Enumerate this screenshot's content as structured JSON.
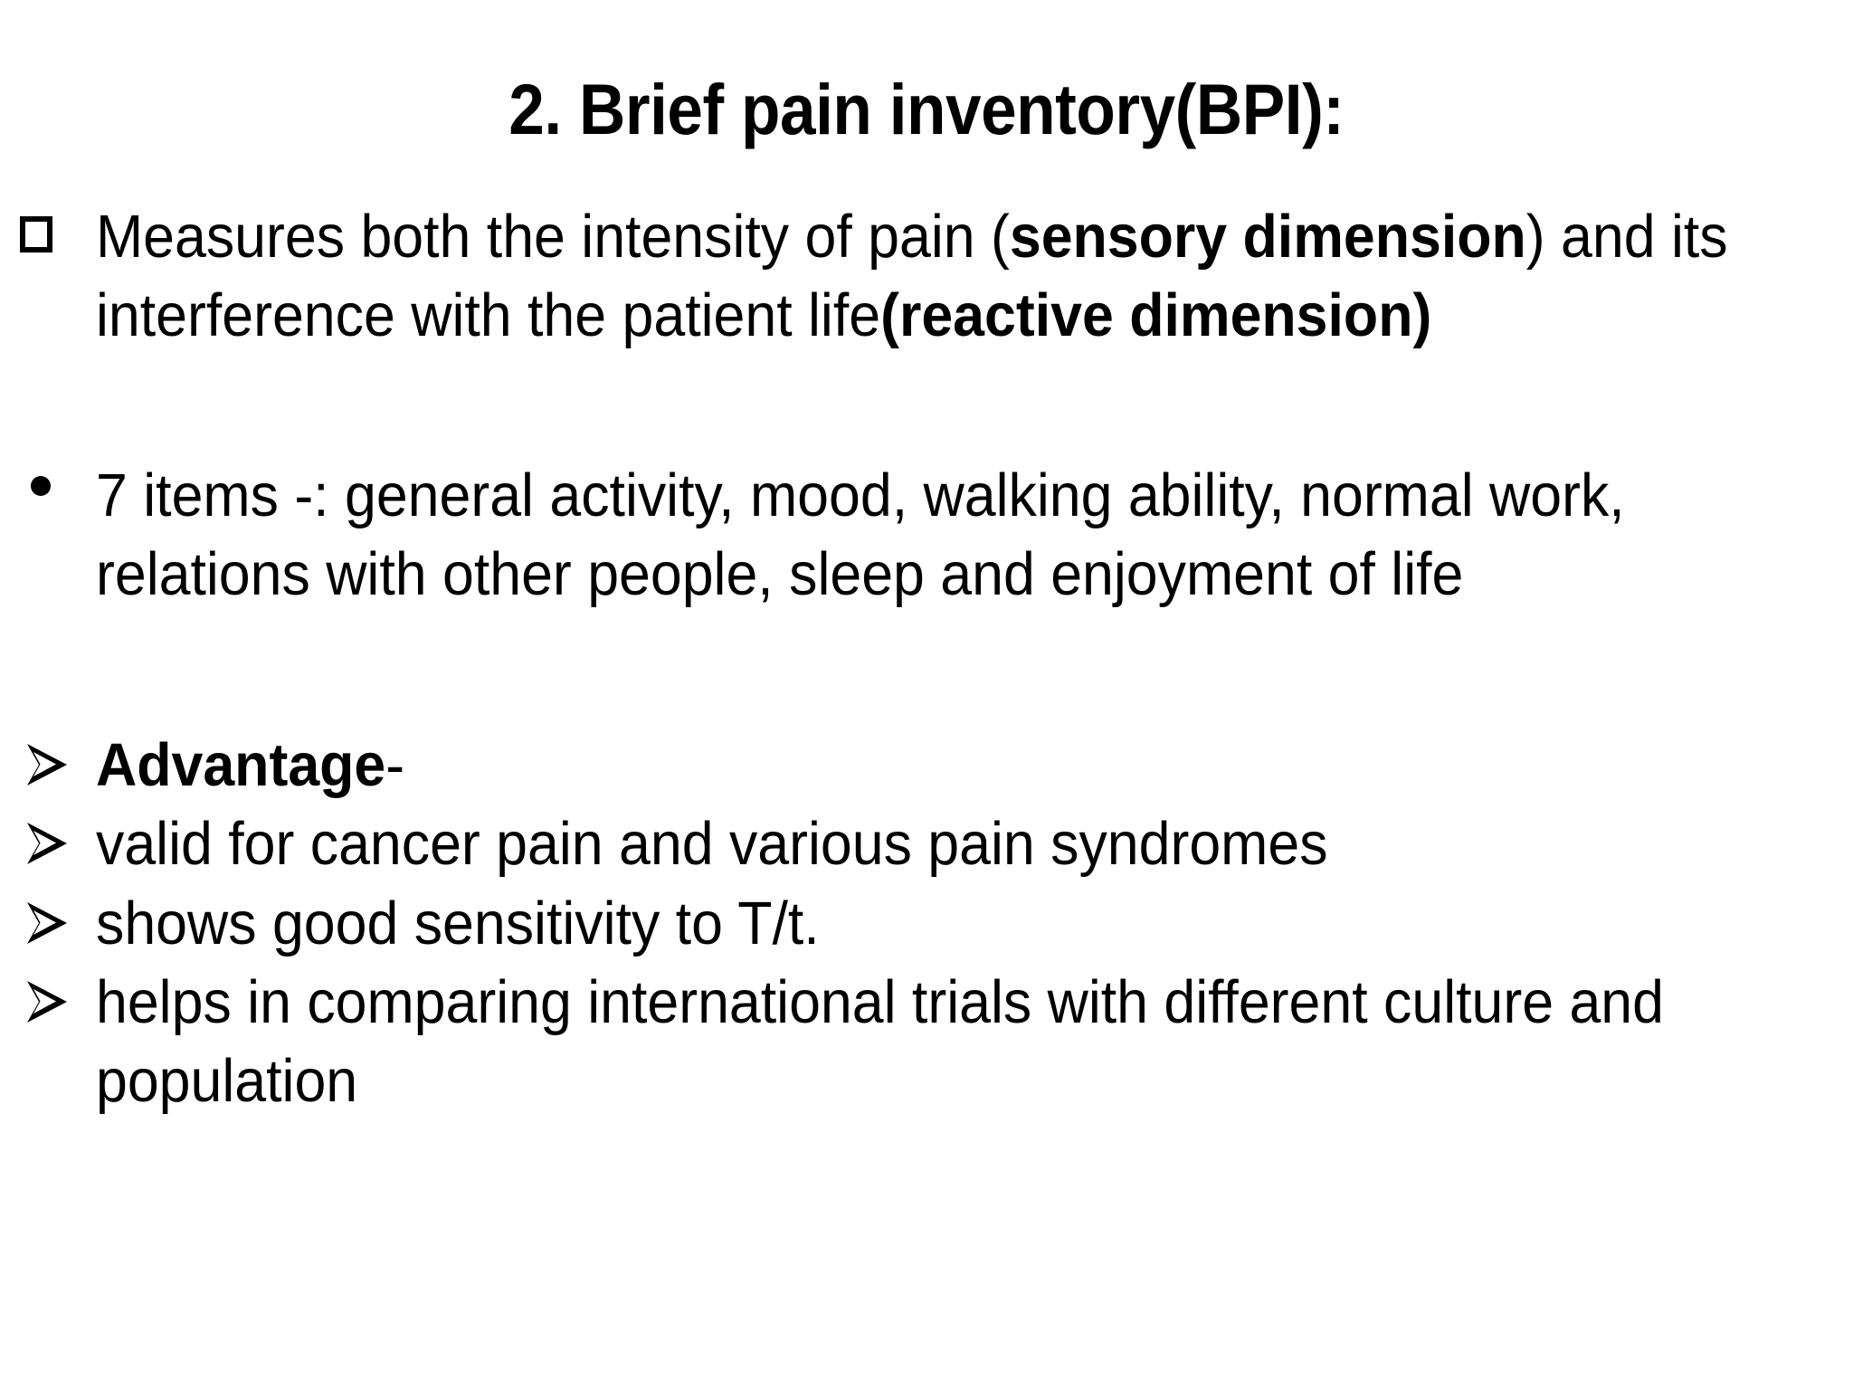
{
  "slide": {
    "title": "2. Brief pain inventory(BPI):",
    "background_color": "#ffffff",
    "text_color": "#000000",
    "blocks": [
      {
        "bullet": "square-checkbox-icon",
        "runs": [
          {
            "text": "Measures both the intensity of pain (",
            "bold": false
          },
          {
            "text": "sensory dimension",
            "bold": true
          },
          {
            "text": ") and its interference with the patient life",
            "bold": false
          },
          {
            "text": "(reactive dimension)",
            "bold": true
          }
        ],
        "plain": "Measures both the intensity of pain (sensory dimension) and its interference with the patient life(reactive dimension)"
      },
      {
        "bullet": "round-bullet-icon",
        "runs": [
          {
            "text": "7 items -: general activity, mood, walking ability, normal work, relations with other people, sleep and enjoyment of life",
            "bold": false
          }
        ],
        "plain": "7 items -: general activity, mood, walking ability, normal work, relations with other people, sleep and enjoyment of life"
      },
      {
        "bullet": "arrowhead-bullet-icon",
        "runs": [
          {
            "text": "Advantage",
            "bold": true
          },
          {
            "text": "-",
            "bold": false
          }
        ],
        "plain": "Advantage-"
      },
      {
        "bullet": "arrowhead-bullet-icon",
        "runs": [
          {
            "text": " valid for cancer pain and various pain syndromes",
            "bold": false
          }
        ],
        "plain": " valid for cancer pain and various pain syndromes"
      },
      {
        "bullet": "arrowhead-bullet-icon",
        "runs": [
          {
            "text": " shows good sensitivity to T/t.",
            "bold": false
          }
        ],
        "plain": " shows good sensitivity to T/t."
      },
      {
        "bullet": "arrowhead-bullet-icon",
        "runs": [
          {
            "text": " helps in comparing international trials with different culture and population",
            "bold": false
          }
        ],
        "plain": " helps in comparing international trials with different culture and population"
      }
    ]
  },
  "text": {
    "title": "2. Brief pain inventory(BPI):",
    "p1_a": "Measures both the intensity of pain (",
    "p1_b": "sensory dimension",
    "p1_c": ") and its interference with the patient life",
    "p1_d": "(reactive dimension)",
    "p2": "7 items -: general activity, mood, walking ability, normal work, relations with other people, sleep and enjoyment of life",
    "p3_a": "Advantage",
    "p3_b": "-",
    "p4": " valid for cancer pain and various pain syndromes",
    "p5": " shows good sensitivity to T/t.",
    "p6": " helps in comparing international trials with different culture and population"
  }
}
